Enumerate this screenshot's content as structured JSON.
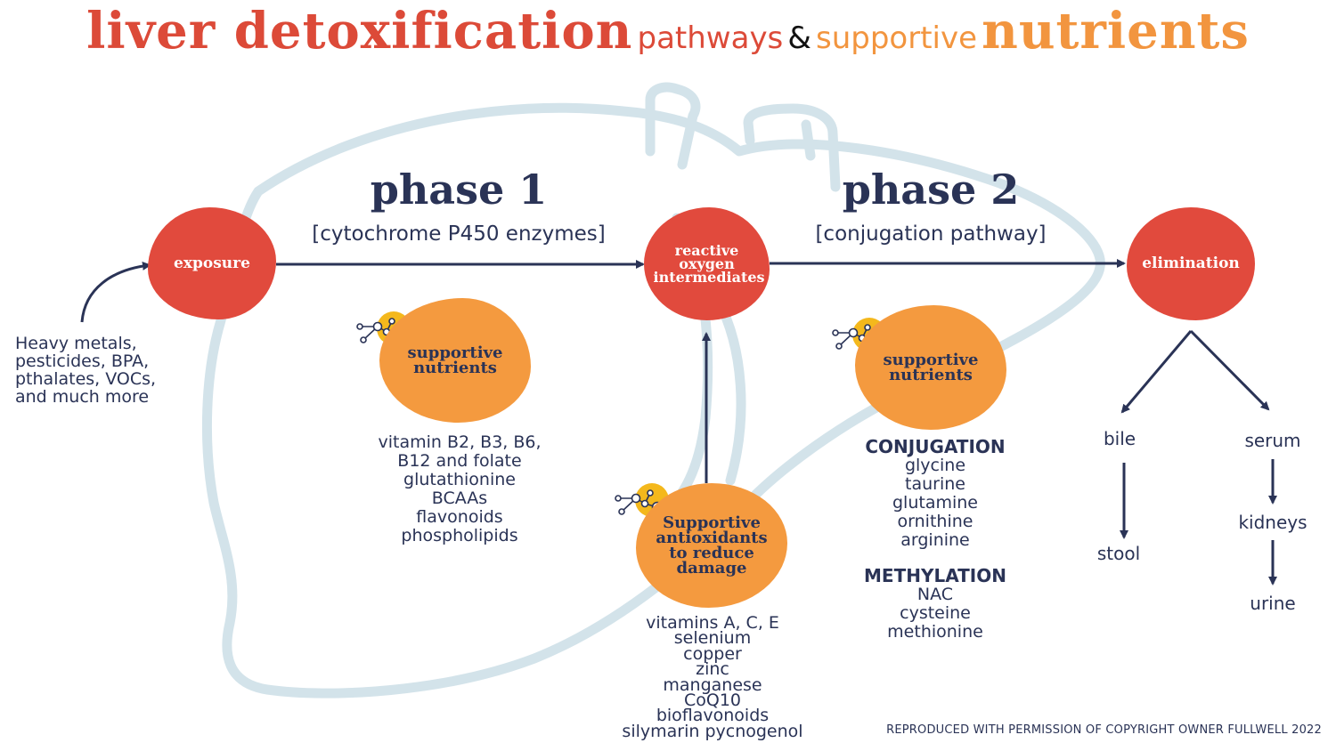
{
  "title": {
    "part1": "liver detoxification",
    "part2": "pathways",
    "part3": "&",
    "part4": "supportive",
    "part5": "nutrients"
  },
  "phase1": {
    "title": "phase 1",
    "subtitle": "[cytochrome P450 enzymes]",
    "nutrients_label": "supportive nutrients",
    "items": [
      "vitamin B2, B3, B6,",
      "B12 and folate",
      "glutathionine",
      "BCAAs",
      "flavonoids",
      "phospholipids"
    ]
  },
  "phase2": {
    "title": "phase 2",
    "subtitle": "[conjugation pathway]",
    "nutrients_label": "supportive nutrients",
    "conjugation_heading": "CONJUGATION",
    "conjugation_items": [
      "glycine",
      "taurine",
      "glutamine",
      "ornithine",
      "arginine"
    ],
    "methylation_heading": "METHYLATION",
    "methylation_items": [
      "NAC",
      "cysteine",
      "methionine"
    ]
  },
  "nodes": {
    "exposure": "exposure",
    "intermediates": "reactive oxygen intermediates",
    "elimination": "elimination"
  },
  "exposure_sources": [
    "Heavy metals,",
    "pesticides, BPA,",
    "pthalates, VOCs,",
    "and much more"
  ],
  "antioxidants": {
    "label": "Supportive antioxidants to reduce damage",
    "items": [
      "vitamins A, C, E",
      "selenium",
      "copper",
      "zinc",
      "manganese",
      "CoQ10",
      "bioflavonoids",
      "silymarin pycnogenol"
    ]
  },
  "elimination_routes": {
    "bile": "bile",
    "stool": "stool",
    "serum": "serum",
    "kidneys": "kidneys",
    "urine": "urine"
  },
  "footer": "REPRODUCED WITH PERMISSION OF COPYRIGHT OWNER FULLWELL 2022",
  "colors": {
    "red": "#e14a3d",
    "orange": "#f49a3f",
    "navy": "#2a3356",
    "liver_outline": "#d3e3ea",
    "molecule_yellow": "#f4b81c"
  },
  "icons": [
    "liver-outline",
    "molecule-icon"
  ]
}
